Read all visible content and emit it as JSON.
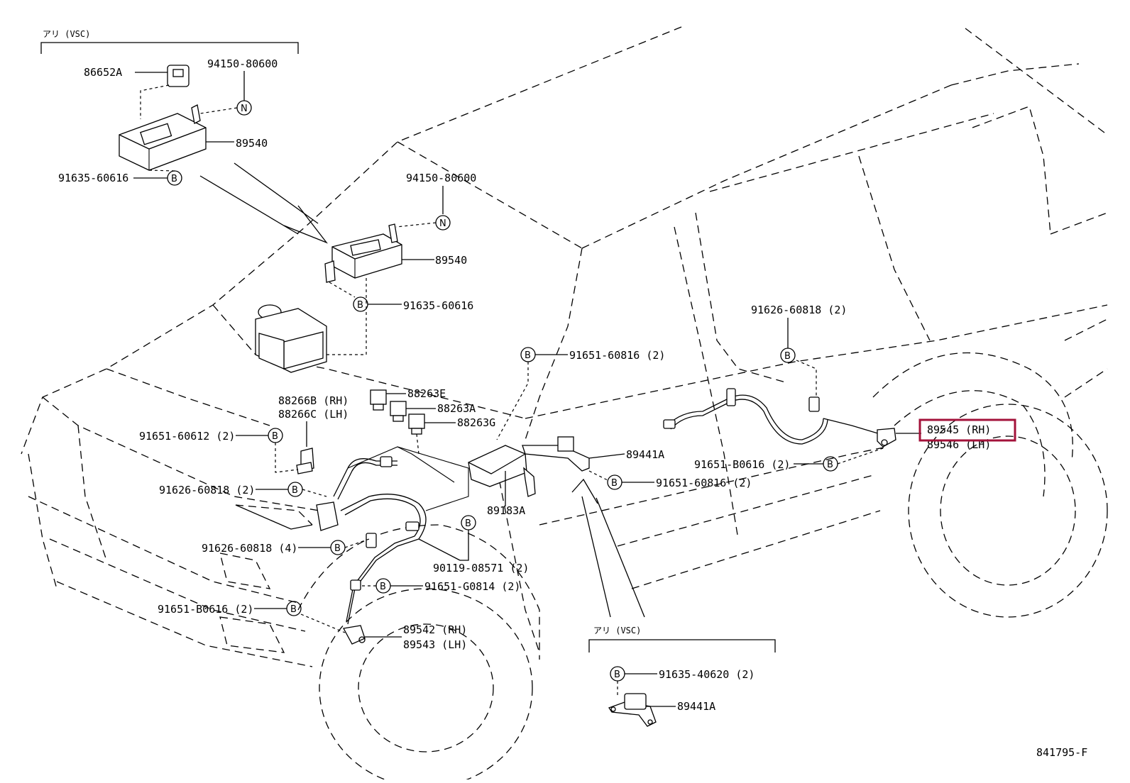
{
  "diagram": {
    "code": "841795-F",
    "highlight_color": "#a3123a",
    "option_groups": [
      {
        "id": "vsc-top",
        "label": "アリ (VSC)"
      },
      {
        "id": "vsc-bottom",
        "label": "アリ (VSC)"
      }
    ],
    "labels": {
      "p86652A": "86652A",
      "p94150_80600_a": "94150-80600",
      "p89540_a": "89540",
      "p91635_60616_a": "91635-60616",
      "p94150_80600_b": "94150-80600",
      "p89540_b": "89540",
      "p91635_60616_b": "91635-60616",
      "p91626_60818_2_right": "91626-60818 (2)",
      "p91651_60816_2_upper": "91651-60816 (2)",
      "p88263E": "88263E",
      "p88263A": "88263A",
      "p88263G": "88263G",
      "p88266B": "88266B (RH)",
      "p88266C": "88266C (LH)",
      "p91651_60612": "91651-60612 (2)",
      "p89441A_a": "89441A",
      "p89545": "89545 (RH)",
      "p89546": "89546 (LH)",
      "p91651_B0616_right": "91651-B0616 (2)",
      "p91651_60816_2_lower": "91651-60816 (2)",
      "p91626_60818_2_left": "91626-60818 (2)",
      "p91626_60818_4": "91626-60818 (4)",
      "p89183A": "89183A",
      "p90119_08571": "90119-08571 (2)",
      "p91651_G0814": "91651-G0814 (2)",
      "p91651_B0616_left": "91651-B0616 (2)",
      "p89542": "89542 (RH)",
      "p89543": "89543 (LH)",
      "p91635_40620": "91635-40620 (2)",
      "p89441A_b": "89441A"
    },
    "fastener_markers": {
      "bolt": "B",
      "nut": "N"
    }
  }
}
